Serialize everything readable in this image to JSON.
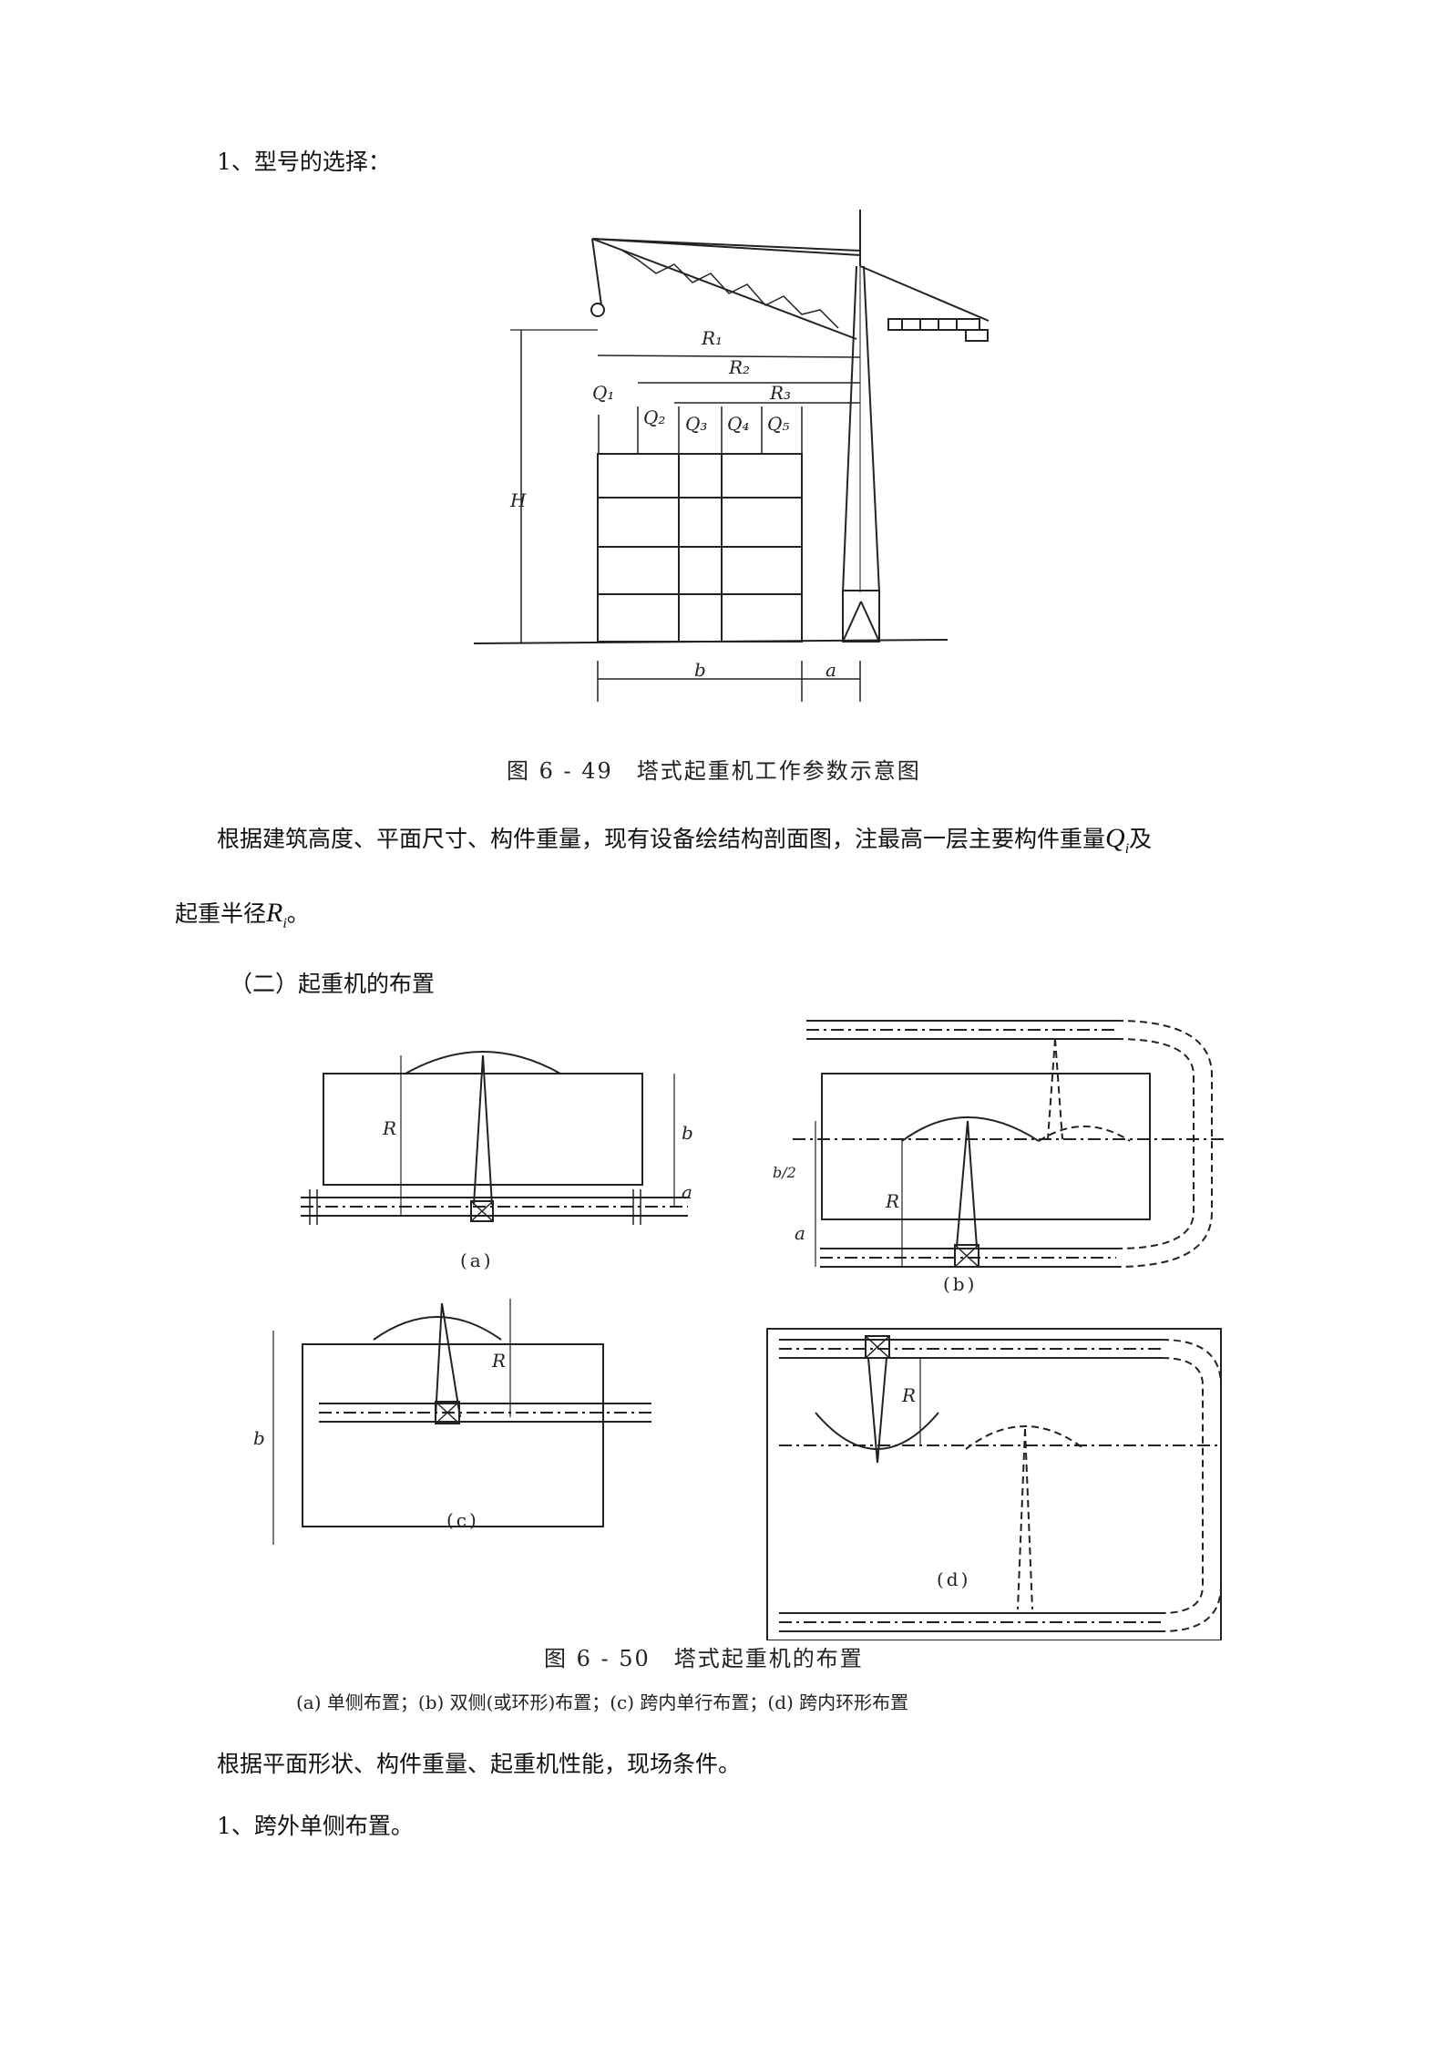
{
  "doc": {
    "heading_1": "1、型号的选择：",
    "fig49_caption": "图 6 - 49　塔式起重机工作参数示意图",
    "para_1_a": "根据建筑高度、平面尺寸、构件重量，现有设备绘结构剖面图，注最高一层主要构件重量",
    "para_1_q": "Q",
    "para_1_q_sub": "i",
    "para_1_b": "及",
    "para_2_a": "起重半径",
    "para_2_r": "R",
    "para_2_r_sub": "i",
    "para_2_b": "。",
    "heading_2": "（二）起重机的布置",
    "fig50_caption": "图 6 - 50　塔式起重机的布置",
    "fig50_subcaption": "(a) 单侧布置；(b) 双侧(或环形)布置；(c) 跨内单行布置；(d) 跨内环形布置",
    "para_3": "根据平面形状、构件重量、起重机性能，现场条件。",
    "heading_3": "1、跨外单侧布置。"
  },
  "fig49": {
    "labels": {
      "R1": "R₁",
      "R2": "R₂",
      "R3": "R₃",
      "Q1": "Q₁",
      "Q2": "Q₂",
      "Q3": "Q₃",
      "Q4": "Q₄",
      "Q5": "Q₅",
      "H": "H",
      "b": "b",
      "a": "a"
    }
  },
  "fig50": {
    "panels": {
      "a": "(a)",
      "b": "(b)",
      "c": "(c)",
      "d": "(d)"
    },
    "labels": {
      "R": "R",
      "b": "b",
      "a": "a",
      "b_half": "b/2"
    }
  }
}
